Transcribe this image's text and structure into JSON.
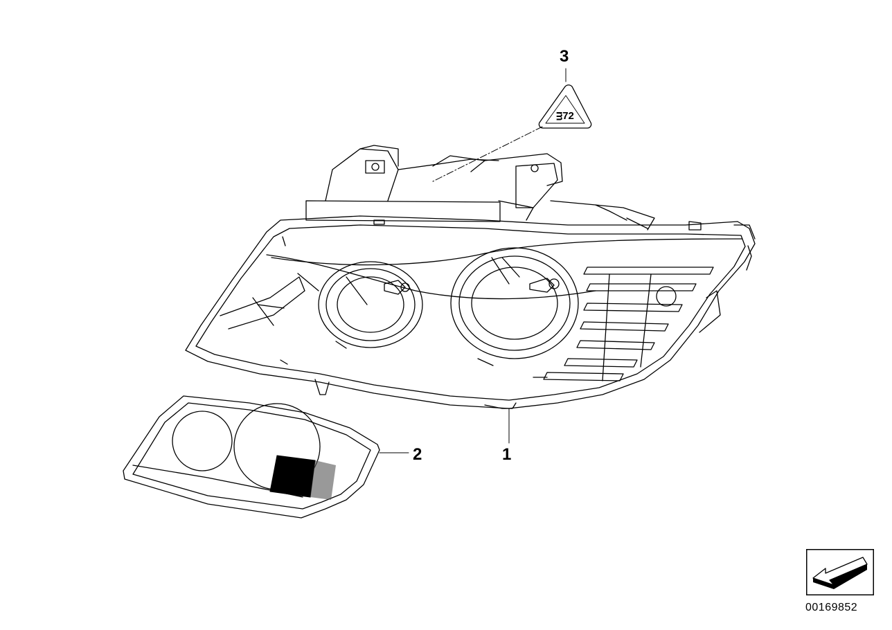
{
  "callouts": {
    "part1": "1",
    "part2": "2",
    "part3": "3"
  },
  "diagram_number": "00169852",
  "warning_label_text": "ᴟ72",
  "colors": {
    "line": "#000000",
    "background": "#ffffff"
  }
}
